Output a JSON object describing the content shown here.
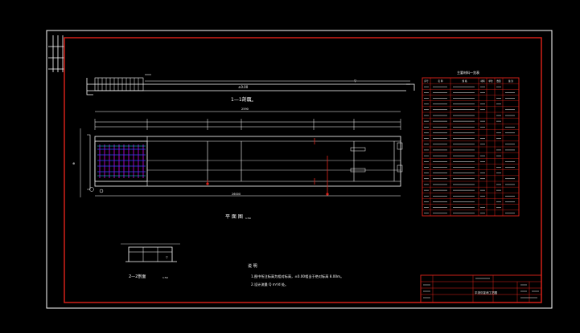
{
  "drawing": {
    "section_1_1_label": "1—1剖面",
    "plan_label": "平 面 图",
    "section_2_2_label": "2—2剖面",
    "scale_small": "1:50",
    "notes_title": "说 明",
    "note_1": "1.图中所注标高为相对标高，±0.00相当于绝对标高 8.00m。",
    "note_2": "2.设计流量 Q m³/d 处。",
    "table_title": "主要材料一览表",
    "table_headers": [
      "序号",
      "名 称",
      "规 格",
      "材料",
      "单位",
      "数量",
      "备 注"
    ],
    "title_block_name": "平流沉淀池工艺图",
    "colors": {
      "frame": "#e0231b",
      "lines": "#ffffff",
      "water": "#00e5ff",
      "pipes": "#d200e6",
      "blue": "#3046ff"
    }
  }
}
